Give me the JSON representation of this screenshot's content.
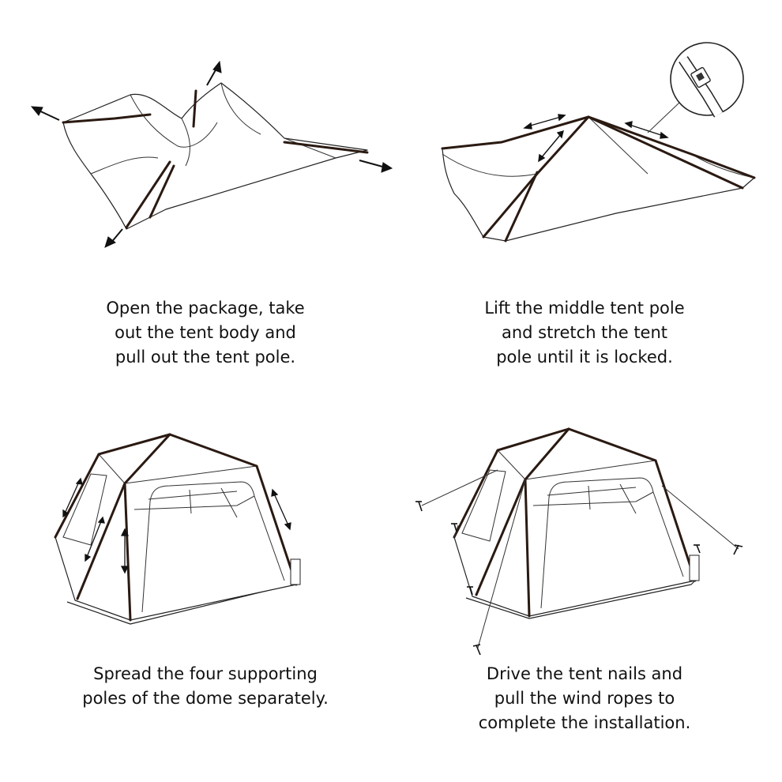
{
  "steps": [
    {
      "name": "step-1",
      "lines": [
        "Open the package, take",
        "out the tent body and",
        "pull out the tent pole."
      ]
    },
    {
      "name": "step-2",
      "lines": [
        "Lift the middle tent pole",
        "and stretch the tent",
        "pole until it is locked."
      ]
    },
    {
      "name": "step-3",
      "lines": [
        "Spread the four supporting",
        "poles of the dome separately."
      ]
    },
    {
      "name": "step-4",
      "lines": [
        "Drive the tent nails and",
        "pull the wind ropes to",
        "complete the installation."
      ]
    }
  ],
  "icons": {
    "step1": "unfold-tent-illustration",
    "step2": "lift-pole-illustration",
    "step3": "spread-poles-illustration",
    "step4": "staked-tent-illustration",
    "detail": "pole-lock-detail-icon"
  },
  "colors": {
    "pole": "#2a1a12",
    "line": "#222222",
    "text": "#111111"
  }
}
